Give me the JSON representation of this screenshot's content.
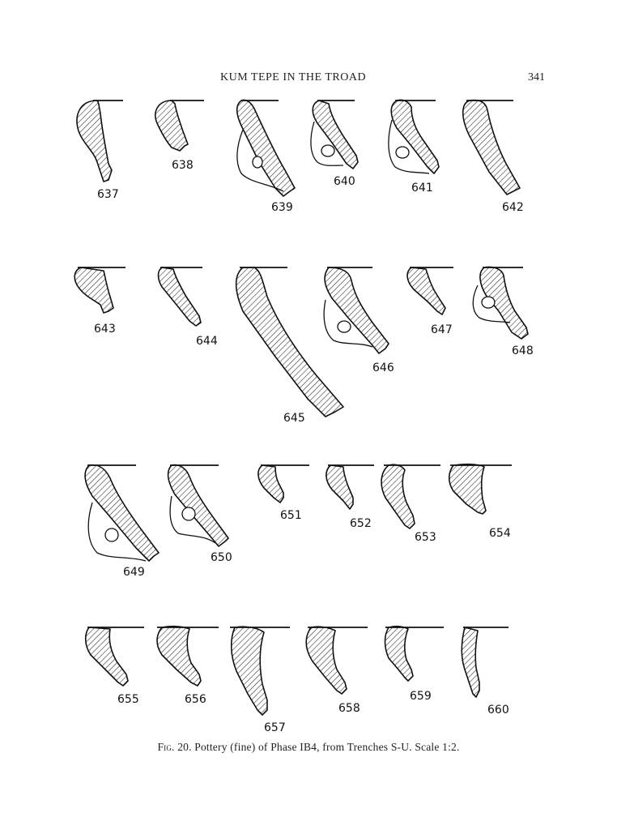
{
  "running_head": {
    "title": "KUM TEPE IN THE TROAD",
    "page_number": "341"
  },
  "figures": [
    {
      "label": "637"
    },
    {
      "label": "638"
    },
    {
      "label": "639"
    },
    {
      "label": "640"
    },
    {
      "label": "641"
    },
    {
      "label": "642"
    },
    {
      "label": "643"
    },
    {
      "label": "644"
    },
    {
      "label": "645"
    },
    {
      "label": "646"
    },
    {
      "label": "647"
    },
    {
      "label": "648"
    },
    {
      "label": "649"
    },
    {
      "label": "650"
    },
    {
      "label": "651"
    },
    {
      "label": "652"
    },
    {
      "label": "653"
    },
    {
      "label": "654"
    },
    {
      "label": "655"
    },
    {
      "label": "656"
    },
    {
      "label": "657"
    },
    {
      "label": "658"
    },
    {
      "label": "659"
    },
    {
      "label": "660"
    }
  ],
  "caption": {
    "fig": "Fig. 20.",
    "text": "Pottery (fine) of Phase IB4, from Trenches S-U. Scale 1:2."
  }
}
